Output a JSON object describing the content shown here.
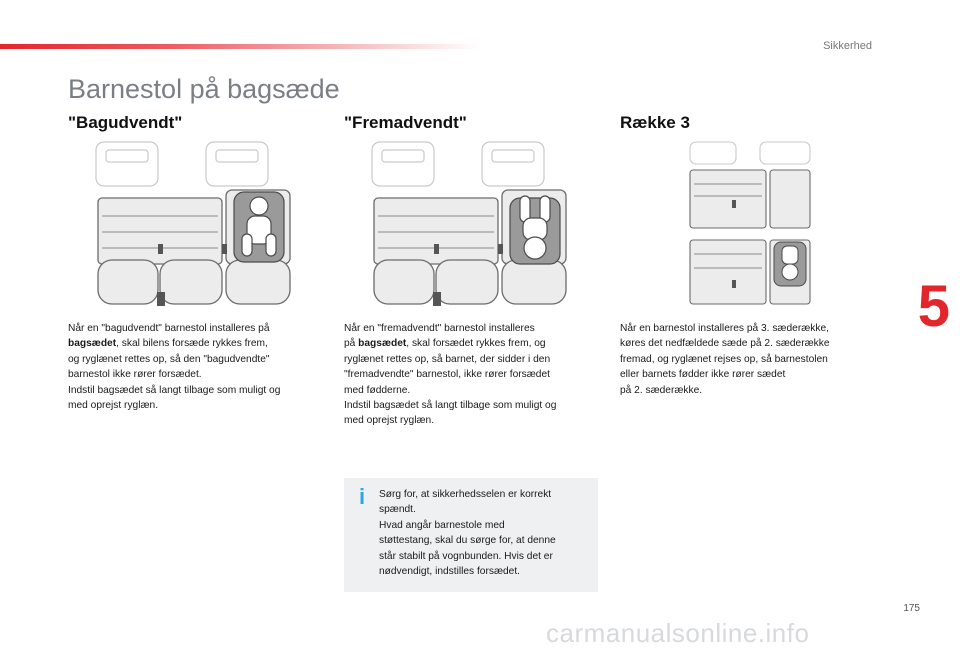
{
  "header": {
    "section_label": "Sikkerhed",
    "accent_color": "#e3262b"
  },
  "title": "Barnestol på bagsæde",
  "columns": [
    {
      "heading": "\"Bagudvendt\"",
      "lines": [
        "Når en \"bagudvendt\" barnestol installeres på",
        "bagsædet",
        ", skal bilens forsæde rykkes frem,",
        "og ryglænet rettes op, så den \"bagudvendte\"",
        "barnestol ikke rører forsædet.",
        "Indstil bagsædet så langt tilbage som muligt og",
        "med oprejst ryglæn."
      ]
    },
    {
      "heading": "\"Fremadvendt\"",
      "lines": [
        "Når en \"fremadvendt\" barnestol installeres",
        "på ",
        "bagsædet",
        ", skal forsædet rykkes frem, og",
        "ryglænet rettes op, så barnet, der sidder i den",
        "\"fremadvendte\" barnestol, ikke rører forsædet",
        "med fødderne.",
        "Indstil bagsædet så langt tilbage som muligt og",
        "med oprejst ryglæn."
      ]
    },
    {
      "heading": "Række 3",
      "lines": [
        "Når en barnestol installeres på 3. sæderække,",
        "køres det nedfældede sæde på 2. sæderække",
        "fremad, og ryglænet rejses op, så barnestolen",
        "eller barnets fødder ikke rører sædet",
        "på 2. sæderække."
      ]
    }
  ],
  "info_box": {
    "icon": "info-icon",
    "icon_color": "#2ea8e0",
    "lines": [
      "Sørg for, at sikkerhedsselen er korrekt",
      "spændt.",
      "Hvad angår barnestole med",
      "støttestang, skal du sørge for, at denne",
      "står stabilt på vognbunden. Hvis det er",
      "nødvendigt, indstilles forsædet."
    ]
  },
  "chapter_number": "5",
  "page_number": "175",
  "watermark": "carmanualsonline.info"
}
